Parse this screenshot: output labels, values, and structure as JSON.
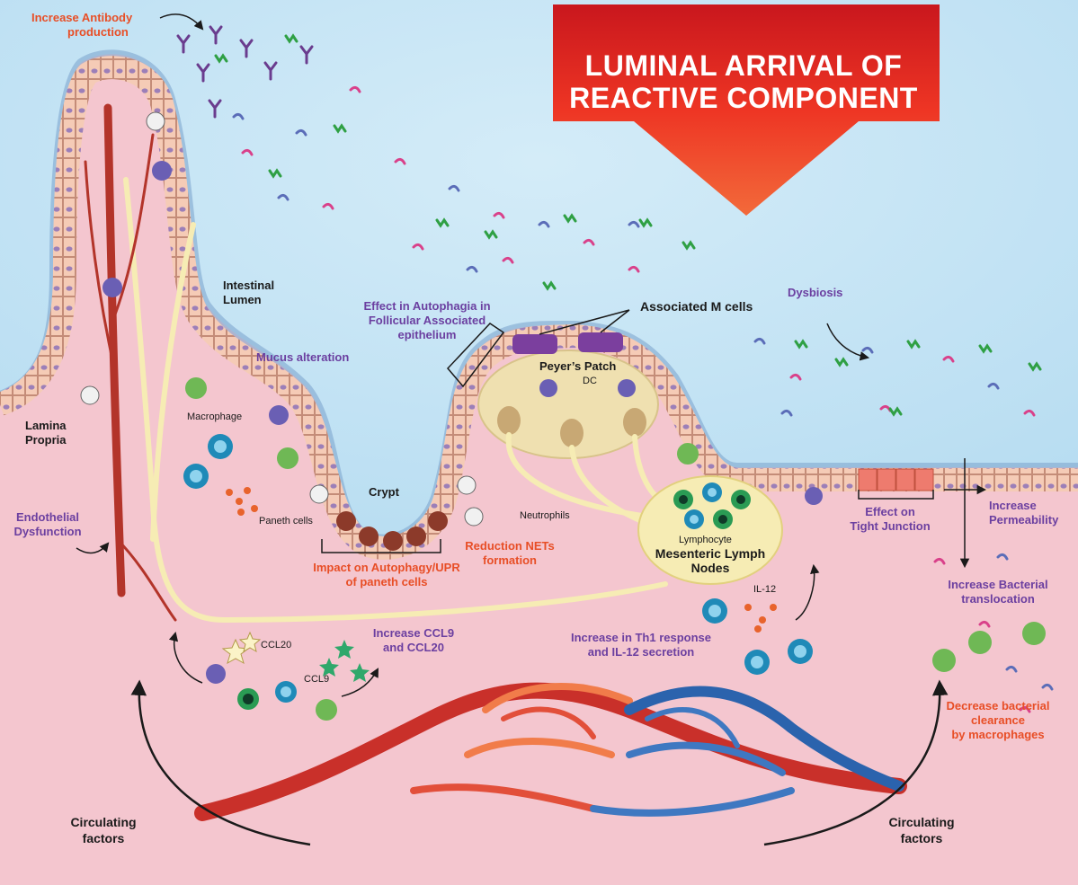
{
  "banner": {
    "line1": "LUMINAL ARRIVAL OF",
    "line2": "REACTIVE COMPONENT"
  },
  "labels": {
    "increase_antibody": [
      "Increase Antibody",
      "production"
    ],
    "intestinal_lumen": [
      "Intestinal",
      "Lumen"
    ],
    "lamina_propria": [
      "Lamina",
      "Propria"
    ],
    "mucus_alteration": "Mucus alteration",
    "macrophage": "Macrophage",
    "endothelial_dysfunction": [
      "Endothelial",
      "Dysfunction"
    ],
    "paneth_cells": "Paneth cells",
    "crypt": "Crypt",
    "impact_autophagy": [
      "Impact on Autophagy/UPR",
      "of paneth cells"
    ],
    "neutrophils": "Neutrophils",
    "reduction_nets": [
      "Reduction NETs",
      "formation"
    ],
    "effect_autophagia": [
      "Effect in Autophagia in",
      "Follicular Associated",
      "epithelium"
    ],
    "associated_m_cells": "Associated M cells",
    "peyers_patch": "Peyer’s Patch",
    "dc": "DC",
    "lymphocyte": "Lymphocyte",
    "mesenteric": [
      "Mesenteric Lymph",
      "Nodes"
    ],
    "dysbiosis": "Dysbiosis",
    "effect_tight_junction": [
      "Effect on",
      "Tight Junction"
    ],
    "increase_permeability": [
      "Increase",
      "Permeability"
    ],
    "increase_bacterial_translocation": [
      "Increase Bacterial",
      "translocation"
    ],
    "il12": "IL-12",
    "increase_th1": [
      "Increase in Th1 response",
      "and IL-12 secretion"
    ],
    "ccl20": "CCL20",
    "ccl9": "CCL9",
    "increase_ccl9": [
      "Increase CCL9",
      "and CCL20"
    ],
    "decrease_clearance": [
      "Decrease bacterial",
      "clearance",
      "by macrophages"
    ],
    "circulating_left": [
      "Circulating",
      "factors"
    ],
    "circulating_right": [
      "Circulating",
      "factors"
    ]
  },
  "colors": {
    "lumen": "#c5e4f5",
    "tissue": "#f4c6cf",
    "banner": "#e8261f",
    "purple_text": "#6b3fa0",
    "red_text": "#e84e26",
    "epithelium": "#f5cbb6",
    "artery": "#d2412b",
    "vein": "#2b63ad",
    "lymph": "#f6ecb4"
  }
}
